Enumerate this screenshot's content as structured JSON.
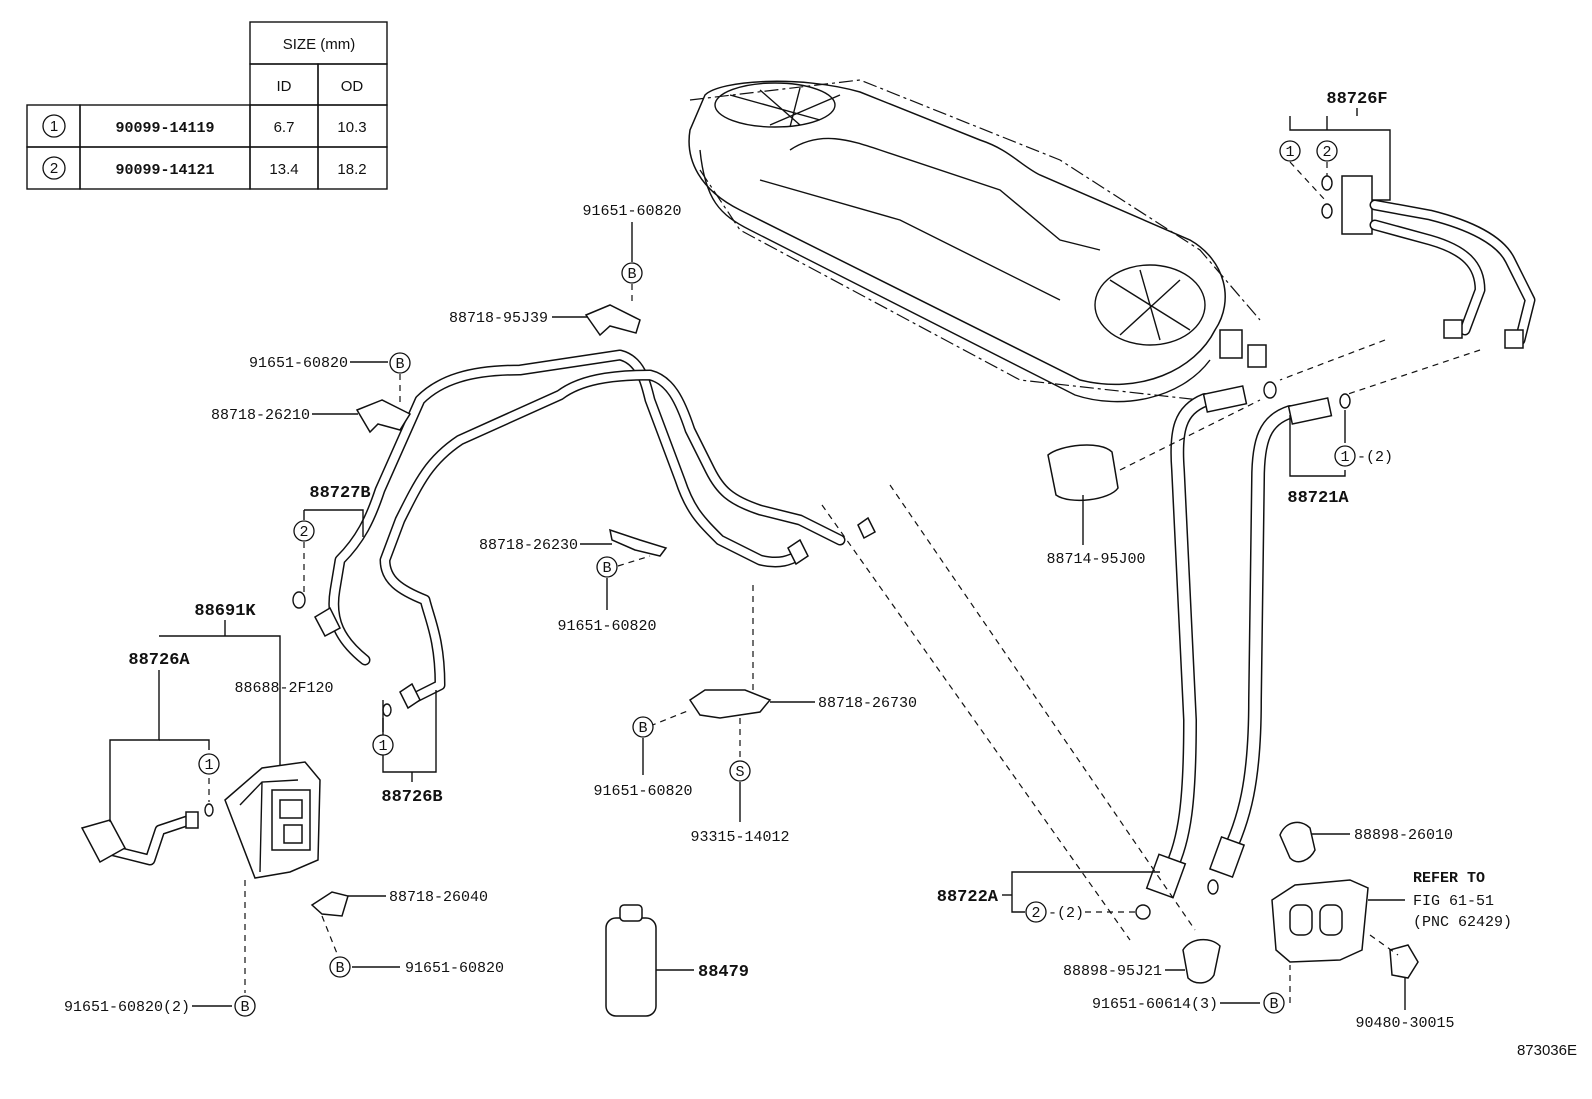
{
  "table": {
    "size_header": "SIZE (mm)",
    "col_id": "ID",
    "col_od": "OD",
    "rows": [
      {
        "marker": "1",
        "part": "90099-14119",
        "id": "6.7",
        "od": "10.3"
      },
      {
        "marker": "2",
        "part": "90099-14121",
        "id": "13.4",
        "od": "18.2"
      }
    ]
  },
  "callouts": {
    "p91651_top": "91651-60820",
    "p88718_95J39": "88718-95J39",
    "p91651_left": "91651-60820",
    "p88718_26210": "88718-26210",
    "p88727B": "88727B",
    "p88691K": "88691K",
    "p88726A": "88726A",
    "p88688": "88688-2F120",
    "p88726B": "88726B",
    "p88718_26230": "88718-26230",
    "p91651_mid": "91651-60820",
    "p88718_26730": "88718-26730",
    "p91651_lower": "91651-60820",
    "p93315": "93315-14012",
    "p88718_26040": "88718-26040",
    "p91651_bottom": "91651-60820",
    "p91651_qty2": "91651-60820(2)",
    "p88479": "88479",
    "p88726F": "88726F",
    "p88721A": "88721A",
    "qty_2": "-(2)",
    "p88714": "88714-95J00",
    "p88898_26010": "88898-26010",
    "refer_line1": "REFER TO",
    "refer_line2": "FIG 61-51",
    "refer_line3": "(PNC 62429)",
    "p88722A": "88722A",
    "qty_2b": "-(2)",
    "p88898_95J21": "88898-95J21",
    "p91651_60614": "91651-60614(3)",
    "p90480": "90480-30015",
    "figure_id": "873036E"
  },
  "markers": {
    "one": "1",
    "two": "2",
    "b": "B",
    "s": "S"
  }
}
